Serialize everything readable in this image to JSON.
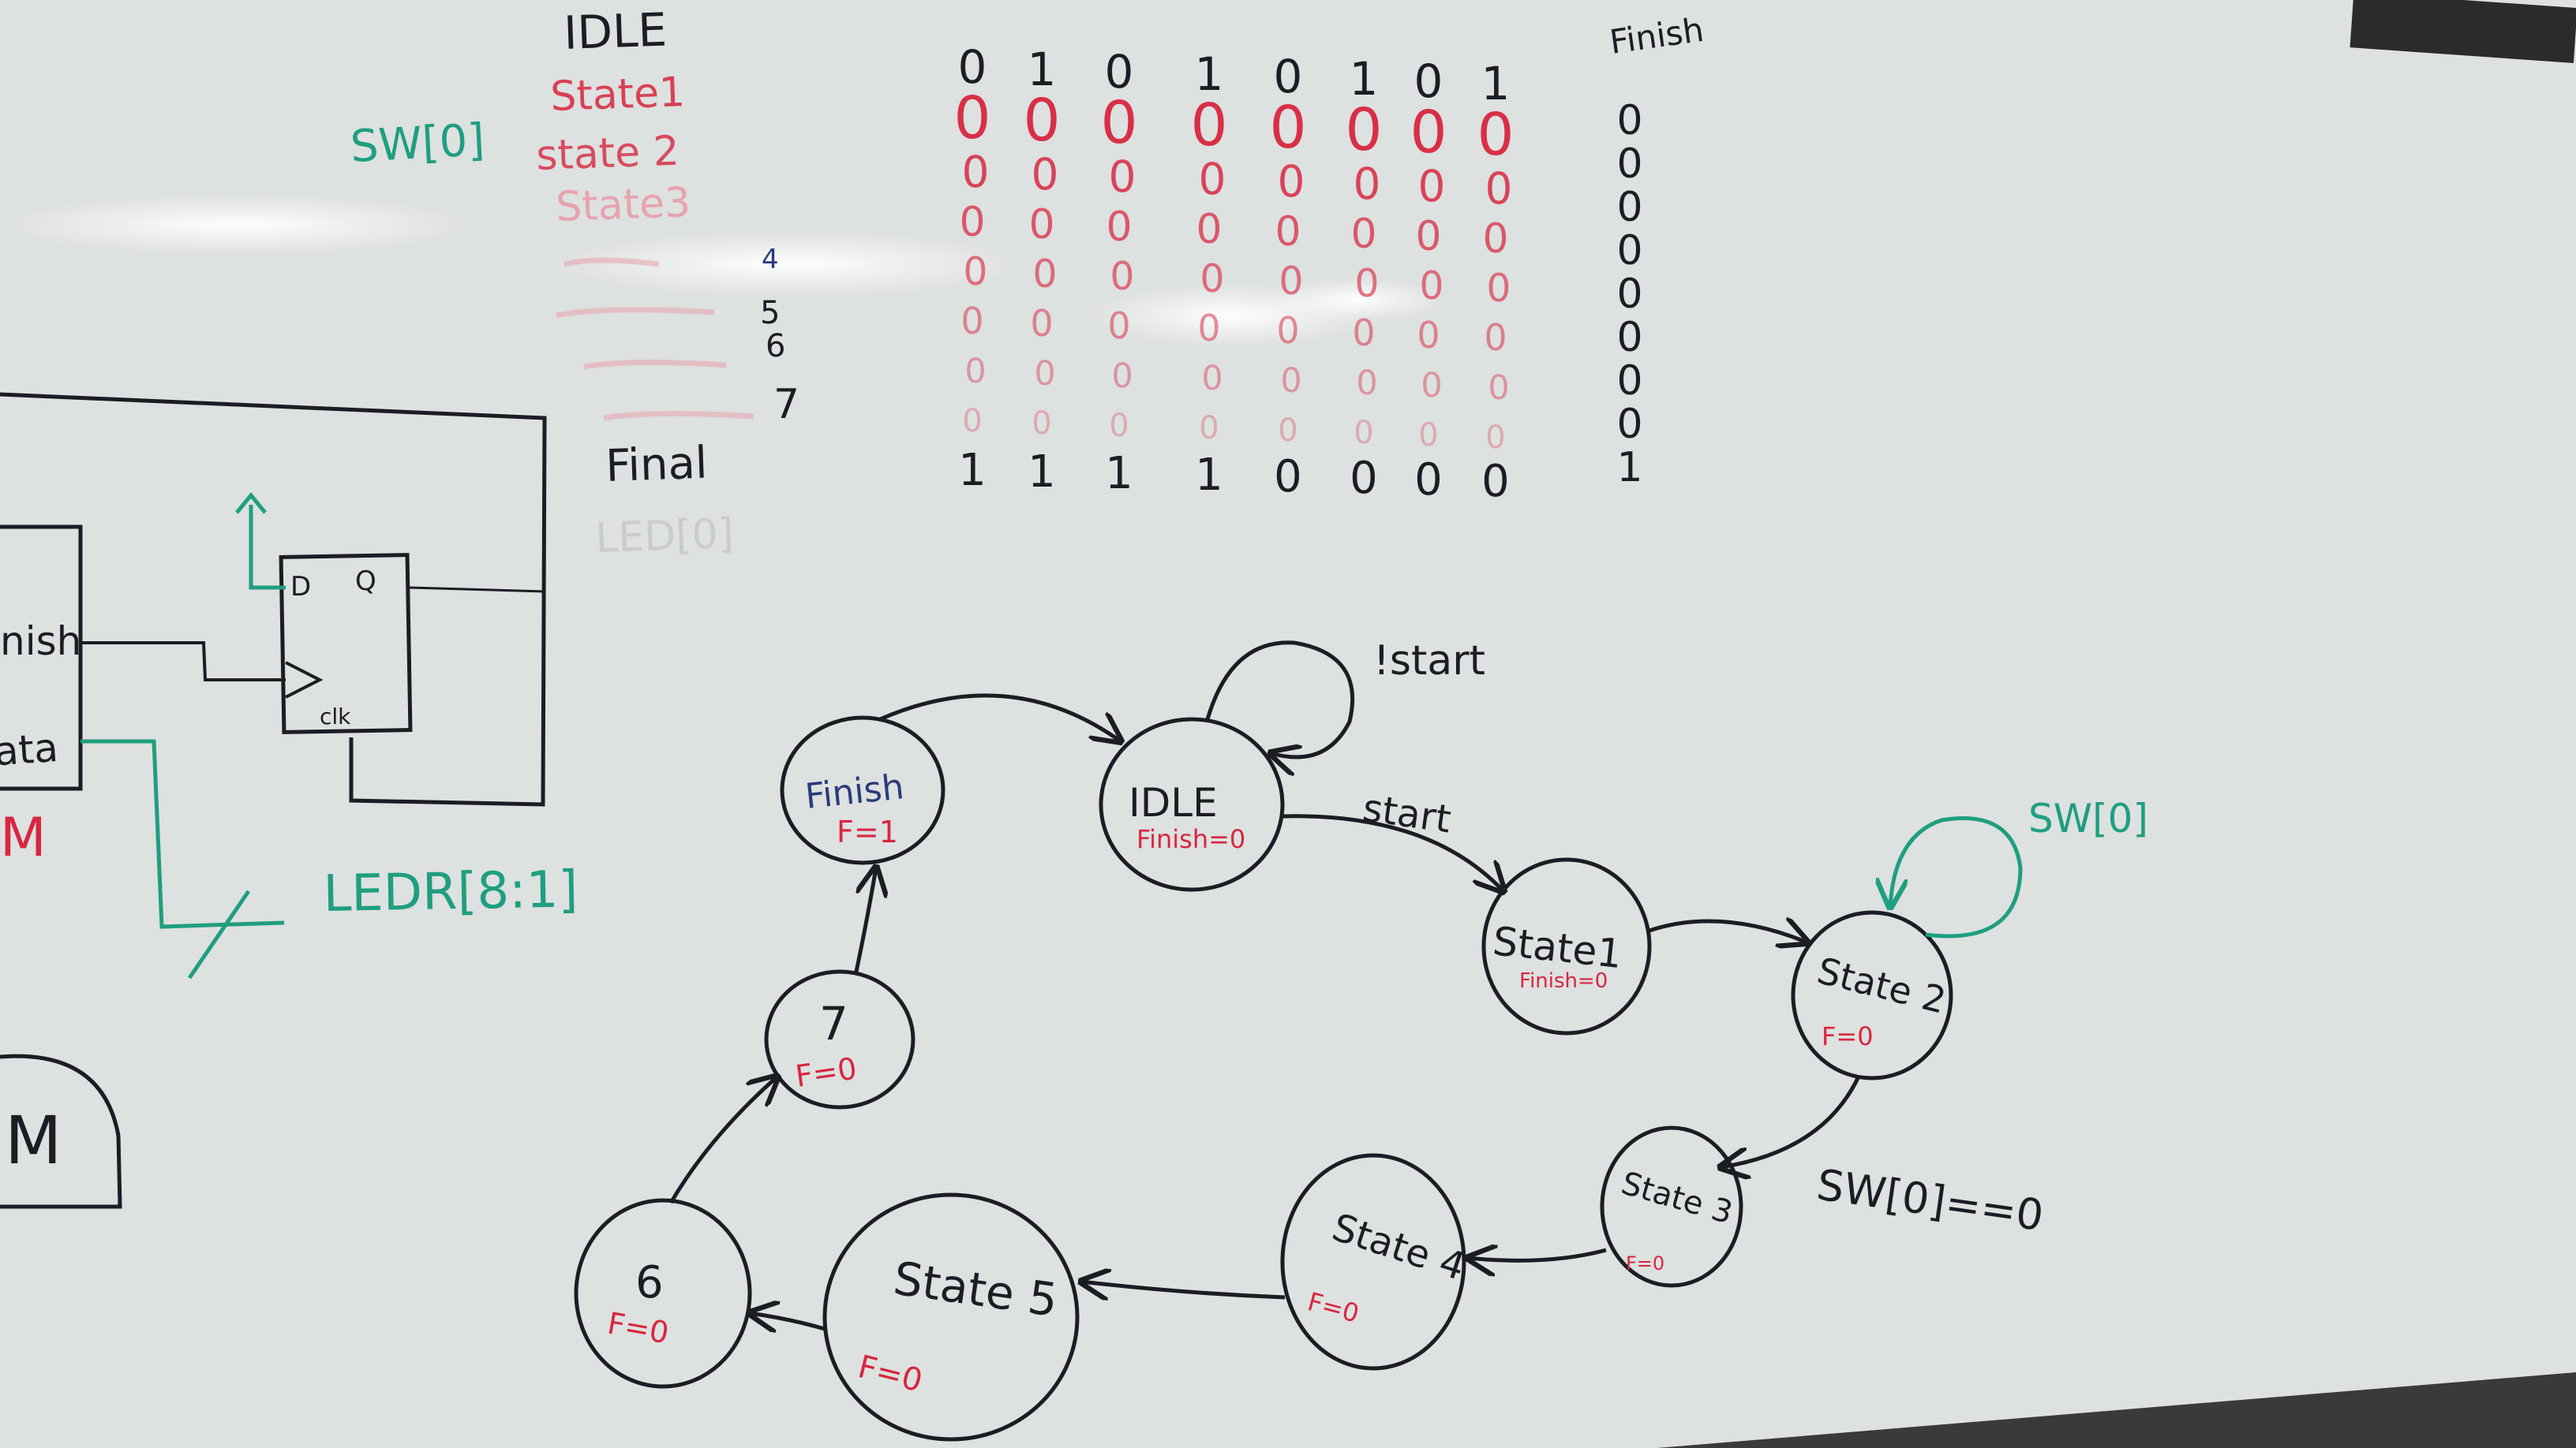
{
  "board": {
    "colors": {
      "board": "#dde1e0",
      "black_marker": "#1b1d24",
      "red_marker": "#d8263f",
      "faded_red_marker": "#e7a3ad",
      "teal_marker": "#1f9e80",
      "blue_marker": "#2a3b7a"
    },
    "table": {
      "row_labels": {
        "idle": "IDLE",
        "s1": "State1",
        "s2": "state 2",
        "s3": "State3",
        "s4": "4",
        "s5": "5",
        "s6": "6",
        "s7": "7",
        "final": "Final"
      },
      "sw_label": "SW[0]",
      "led_label": "LED[0]",
      "header_bits": [
        "0",
        "1",
        "0",
        "1",
        "0",
        "1",
        "0",
        "1"
      ],
      "final_bits": [
        "1",
        "1",
        "1",
        "1",
        "0",
        "0",
        "0",
        "0"
      ],
      "finish_header": "Finish",
      "finish_column": [
        "0",
        "0",
        "0",
        "0",
        "0",
        "0",
        "0",
        "0",
        "1"
      ]
    },
    "circuit": {
      "d_label": "D",
      "q_label": "Q",
      "clk_label": "clk",
      "finish_text": "nish",
      "data_text": "ata",
      "ledr_label": "LEDR[8:1]",
      "red_m": "M",
      "big_m": "M"
    },
    "fsm": {
      "not_start_label": "!start",
      "start_label": "start",
      "sw_label": "SW[0]",
      "sw_zero_label": "SW[0]==0",
      "states": {
        "idle": {
          "name": "IDLE",
          "out": "Finish=0"
        },
        "finish": {
          "name": "Finish",
          "out": "F=1"
        },
        "s1": {
          "name": "State1",
          "out": "Finish=0"
        },
        "s2": {
          "name": "State 2",
          "out": "F=0"
        },
        "s3": {
          "name": "State 3",
          "out": "F=0"
        },
        "s4": {
          "name": "State 4",
          "out": "F=0"
        },
        "s5": {
          "name": "State 5",
          "out": "F=0"
        },
        "s6": {
          "name": "6",
          "out": "F=0"
        },
        "s7": {
          "name": "7",
          "out": "F=0"
        }
      }
    }
  }
}
